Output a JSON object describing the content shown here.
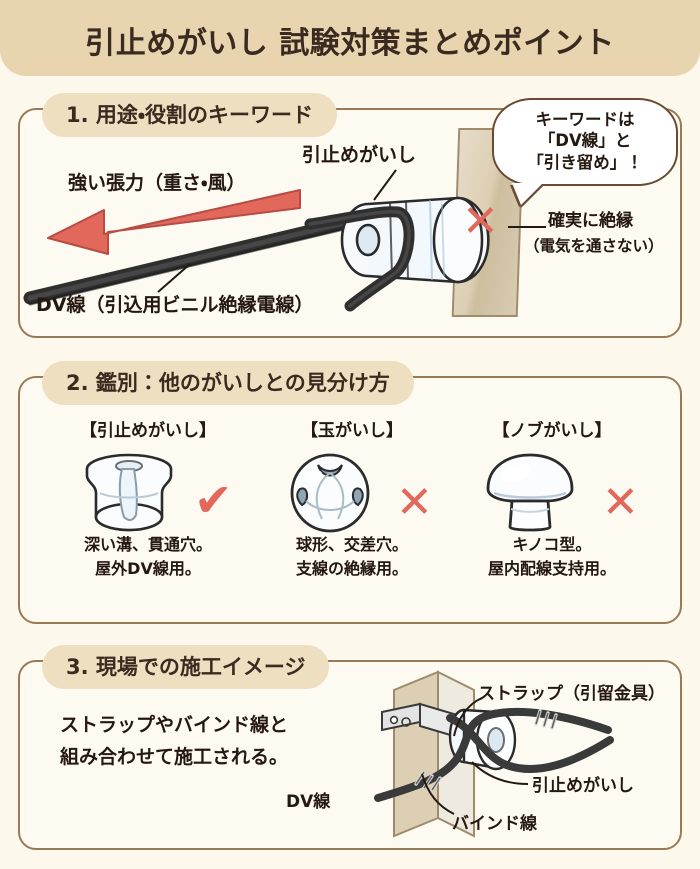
{
  "header": {
    "title": "引止めがいし 試験対策まとめポイント"
  },
  "section1": {
    "label": "1. 用途・役割のキーワード",
    "tension_label": "強い張力（重さ・風）",
    "insulator_label": "引止めがいし",
    "dv_line_label": "DV線（引込用ビニル絶縁電線）",
    "bubble": {
      "line1": "キーワードは",
      "line2": "「DV線」と",
      "line3": "「引き留め」！"
    },
    "insulation_note_line1": "確実に絶縁",
    "insulation_note_line2": "（電気を通さない）",
    "cross_mark": "✕",
    "arrow_color": "#E2685C"
  },
  "section2": {
    "label": "2. 鑑別：他のがいしとの見分け方",
    "items": [
      {
        "title": "【引止めがいし】",
        "desc_line1": "深い溝、貫通穴。",
        "desc_line2": "屋外DV線用。",
        "mark": "✔",
        "mark_type": "check",
        "icon": "drum-insulator-icon"
      },
      {
        "title": "【玉がいし】",
        "desc_line1": "球形、交差穴。",
        "desc_line2": "支線の絶縁用。",
        "mark": "✕",
        "mark_type": "cross",
        "icon": "ball-insulator-icon"
      },
      {
        "title": "【ノブがいし】",
        "desc_line1": "キノコ型。",
        "desc_line2": "屋内配線支持用。",
        "mark": "✕",
        "mark_type": "cross",
        "icon": "knob-insulator-icon"
      }
    ]
  },
  "section3": {
    "label": "3. 現場での施工イメージ",
    "body_line1": "ストラップやバインド線と",
    "body_line2": "組み合わせて施工される。",
    "strap_label": "ストラップ（引留金具）",
    "insulator_label": "引止めがいし",
    "bind_label": "バインド線",
    "dv_line_label": "DV線"
  },
  "colors": {
    "page_bg": "#FCF8EC",
    "header_bg": "#E8D5B0",
    "pill_bg": "#EEDFC0",
    "card_border": "#9A7A56",
    "ink": "#241810",
    "accent_red": "#E2685C",
    "wire_dark": "#3A3A3A",
    "post_tan": "#DCCFB4"
  }
}
